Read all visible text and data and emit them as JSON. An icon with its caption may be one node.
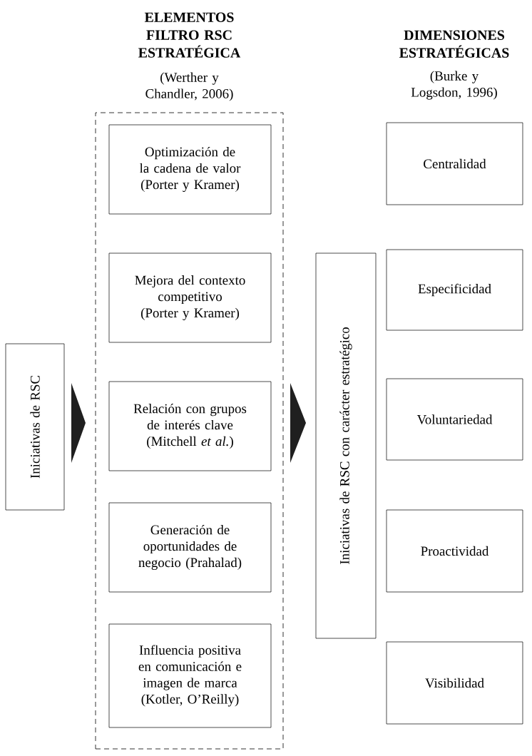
{
  "diagram": {
    "nodes": [
      {
        "text": [
          "Iniciativas de RSC"
        ]
      },
      {
        "text": [
          "ELEMENTOS FILTRO RSC ESTRATÉGICA",
          "(Werther y Chandler, 2006)"
        ]
      },
      {
        "text": [
          "Optimización de la cadena de valor (Porter y Kramer)"
        ],
        "in": 1
      },
      {
        "text": [
          "Mejora del contexto competitivo (Porter y Kramer)"
        ],
        "in": 1
      },
      {
        "text": [
          "Relación con grupos de interés clave (Mitchell *et al.*)"
        ],
        "in": 1
      },
      {
        "text": [
          "Generación de oportunidades de negocio (Prahalad)"
        ],
        "in": 1
      },
      {
        "text": [
          "Influencia positiva en comunicación e imagen de marca (Kotler, O’Reilly)"
        ],
        "in": 1
      },
      {
        "text": [
          "Iniciativas de RSC con carácter estratégico"
        ]
      },
      {
        "text": [
          "Centralidad"
        ]
      },
      {
        "text": [
          "Especificidad"
        ]
      },
      {
        "text": [
          "Voluntariedad"
        ]
      },
      {
        "text": [
          "Proactividad"
        ]
      },
      {
        "text": [
          "Visibilidad"
        ]
      }
    ],
    "edges": [
      {
        "from": 0,
        "to": 1,
        "arrow": "to"
      },
      {
        "from": 1,
        "to": 7,
        "arrow": "to"
      }
    ],
    "labels": [
      "DIMENSIONES ESTRATÉGICAS",
      "(Burke y Logsdon, 1996)"
    ]
  }
}
